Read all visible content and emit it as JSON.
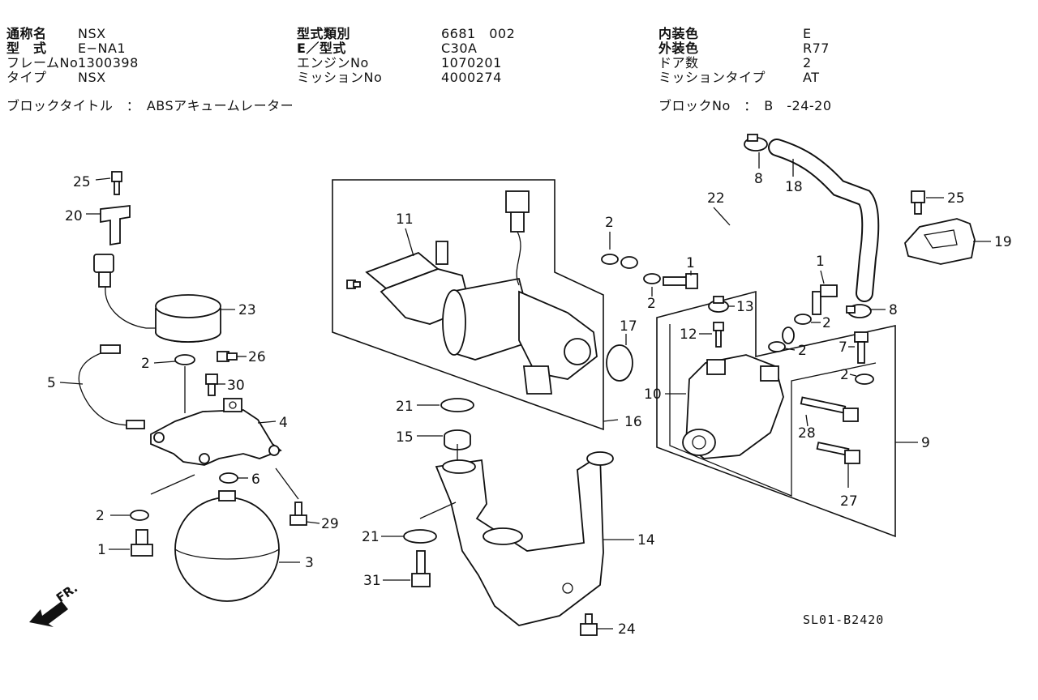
{
  "header": {
    "rows": [
      [
        {
          "label": "通称名",
          "value": "NSX"
        },
        {
          "label": "型式類別",
          "value": "6681　002"
        },
        {
          "label": "内装色",
          "value": "E"
        }
      ],
      [
        {
          "label": "型　式",
          "value": "E−NA1"
        },
        {
          "label": "E／型式",
          "value": "C30A"
        },
        {
          "label": "外装色",
          "value": "R77"
        }
      ],
      [
        {
          "label": "フレームNo",
          "value": "1300398"
        },
        {
          "label": "エンジンNo",
          "value": "1070201"
        },
        {
          "label": "ドア数",
          "value": "2"
        }
      ],
      [
        {
          "label": "タイプ",
          "value": "NSX"
        },
        {
          "label": "ミッションNo",
          "value": "4000274"
        },
        {
          "label": "ミッションタイプ",
          "value": "AT"
        }
      ]
    ],
    "block_title_label": "ブロックタイトル　：　ABSアキュームレーター",
    "block_no_label": "ブロックNo　：　B　-24-20"
  },
  "diagram": {
    "drawing_code": "SL01-B2420",
    "front_marker": "FR.",
    "callouts": [
      "25",
      "20",
      "23",
      "26",
      "30",
      "5",
      "2",
      "4",
      "6",
      "2",
      "29",
      "1",
      "3",
      "11",
      "16",
      "17",
      "21",
      "15",
      "21",
      "31",
      "14",
      "24",
      "2",
      "22",
      "2",
      "1",
      "1",
      "8",
      "18",
      "25",
      "19",
      "13",
      "12",
      "10",
      "2",
      "2",
      "7",
      "8",
      "2",
      "9",
      "28",
      "27"
    ]
  }
}
